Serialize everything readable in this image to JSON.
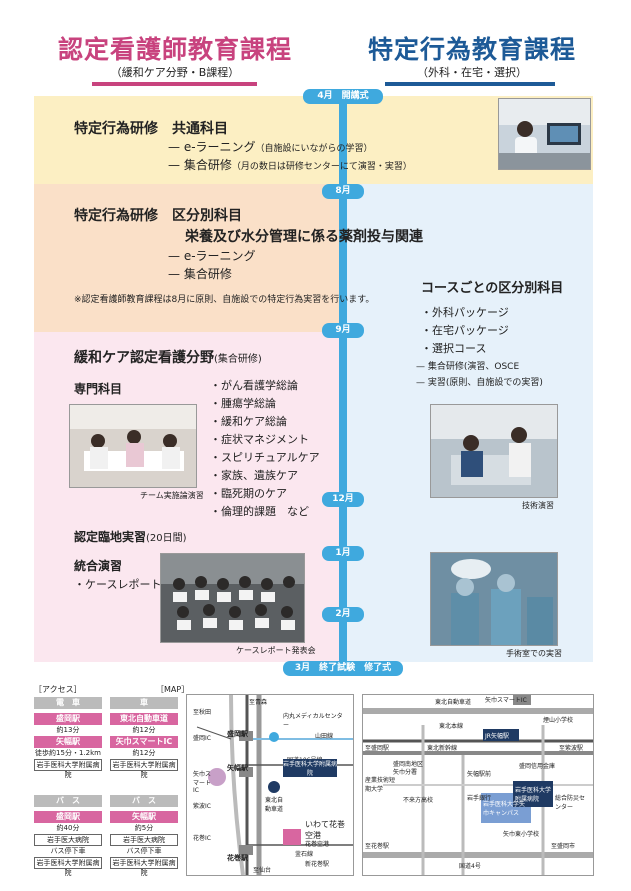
{
  "header": {
    "left_title": "認定看護師教育課程",
    "left_sub": "（緩和ケア分野・B課程）",
    "right_title": "特定行為教育課程",
    "right_sub": "（外科・在宅・選択）"
  },
  "timeline": {
    "apr": "4月　開講式",
    "aug": "8月",
    "sep": "9月",
    "dec": "12月",
    "jan": "1月",
    "feb": "2月",
    "mar": "3月　終了試験　修了式"
  },
  "common": {
    "title": "特定行為研修　共通科目",
    "item1": "— e-ラーニング",
    "item1_note": "（自施設にいながらの学習）",
    "item2": "— 集合研修",
    "item2_note": "（月の数日は研修センターにて演習・実習）"
  },
  "division": {
    "title1": "特定行為研修　区分別科目",
    "title2": "栄養及び水分管理に係る薬剤投与関連",
    "item1": "— e-ラーニング",
    "item2": "— 集合研修",
    "note": "※認定看護師教育課程は8月に原則、自施設での特定行為実習を行います。"
  },
  "course": {
    "title": "コースごとの区分別科目",
    "items": [
      "・外科パッケージ",
      "・在宅パッケージ",
      "・選択コース"
    ],
    "sub1": "— 集合研修(演習、OSCE",
    "sub2": "— 実習(原則、自施設での実習)",
    "cap1": "技術演習",
    "cap2": "手術室での実習"
  },
  "palliative": {
    "title": "緩和ケア認定看護分野",
    "title_note": "(集合研修)",
    "specialty": "専門科目",
    "subjects": [
      "・がん看護学総論",
      "・腫瘍学総論",
      "・緩和ケア総論",
      "・症状マネジメント",
      "・スピリチュアルケア",
      "・家族、遺族ケア",
      "・臨死期のケア",
      "・倫理的課題　など"
    ],
    "cap1": "チーム実施論演習",
    "practicum": "認定臨地実習",
    "practicum_note": "(20日間)",
    "integrated": "統合演習",
    "case": "・ケースレポート",
    "cap2": "ケースレポート発表会"
  },
  "access": {
    "label": "［アクセス］",
    "map_label": "［MAP］",
    "col1": {
      "mode": "電　車",
      "from": "盛岡駅",
      "t1": "約13分",
      "via": "矢幅駅",
      "t2": "徒歩約15分・1.2km",
      "dest": "岩手医科大学附属病院"
    },
    "col2": {
      "mode": "車",
      "from": "東北自動車道",
      "t1": "約12分",
      "via": "矢巾スマートIC",
      "t2": "約12分",
      "dest": "岩手医科大学附属病院"
    },
    "col3": {
      "mode": "バ　ス",
      "from": "盛岡駅",
      "t1": "約40分",
      "via": "岩手医大病院",
      "t2": "バス停下車",
      "dest": "岩手医科大学附属病院"
    },
    "col4": {
      "mode": "バ　ス",
      "from": "矢幅駅",
      "t1": "約5分",
      "via": "岩手医大病院",
      "t2": "バス停下車",
      "dest": "岩手医科大学附属病院"
    }
  },
  "map1": {
    "labels": [
      "盛岡駅",
      "矢幅駅",
      "花巻駅",
      "花巻空港",
      "新花巻駅",
      "内丸メディカルセンター",
      "岩手医科大学附属病院",
      "盛岡IC",
      "紫波IC",
      "花巻IC",
      "矢巾スマートIC",
      "国道106号線",
      "東北自動車道",
      "いわて花巻空港",
      "山田線",
      "釜石線",
      "至仙台",
      "至青森",
      "至秋田"
    ]
  },
  "map2": {
    "labels": [
      "東北自動車道",
      "矢巾スマートIC",
      "煙山小学校",
      "東北本線",
      "JR矢幅駅",
      "至盛岡駅",
      "東北新幹線",
      "至紫波駅",
      "盛岡南地区",
      "矢巾分署",
      "矢幅駅前",
      "盛岡信用金庫",
      "産業技術短期大学",
      "不来方高校",
      "岩手銀行",
      "岩手医科大学附属病院",
      "岩手医科大学矢巾キャンパス",
      "総合防災センター",
      "矢巾東小学校",
      "至花巻駅",
      "国道4号",
      "至盛岡市"
    ]
  }
}
